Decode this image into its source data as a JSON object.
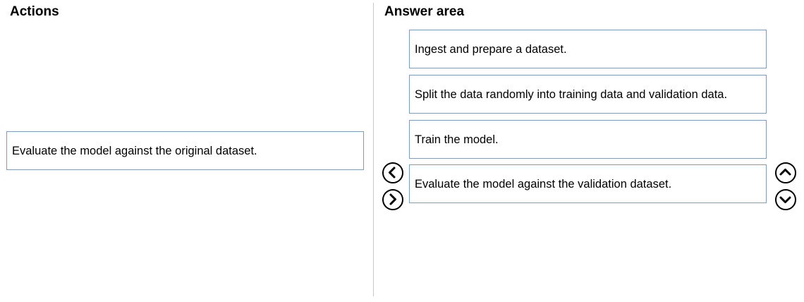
{
  "actions": {
    "heading": "Actions",
    "items": [
      "Evaluate the model against the original dataset."
    ]
  },
  "answer_area": {
    "heading": "Answer area",
    "items": [
      "Ingest and prepare a dataset.",
      "Split the data randomly into training data and validation data.",
      "Train the model.",
      "Evaluate the model against the validation dataset."
    ]
  },
  "controls": {
    "move_left": "chevron-left-icon",
    "move_right": "chevron-right-icon",
    "move_up": "chevron-up-icon",
    "move_down": "chevron-down-icon"
  },
  "colors": {
    "box_border": "#7f9db9",
    "divider": "#c8c8c8"
  }
}
